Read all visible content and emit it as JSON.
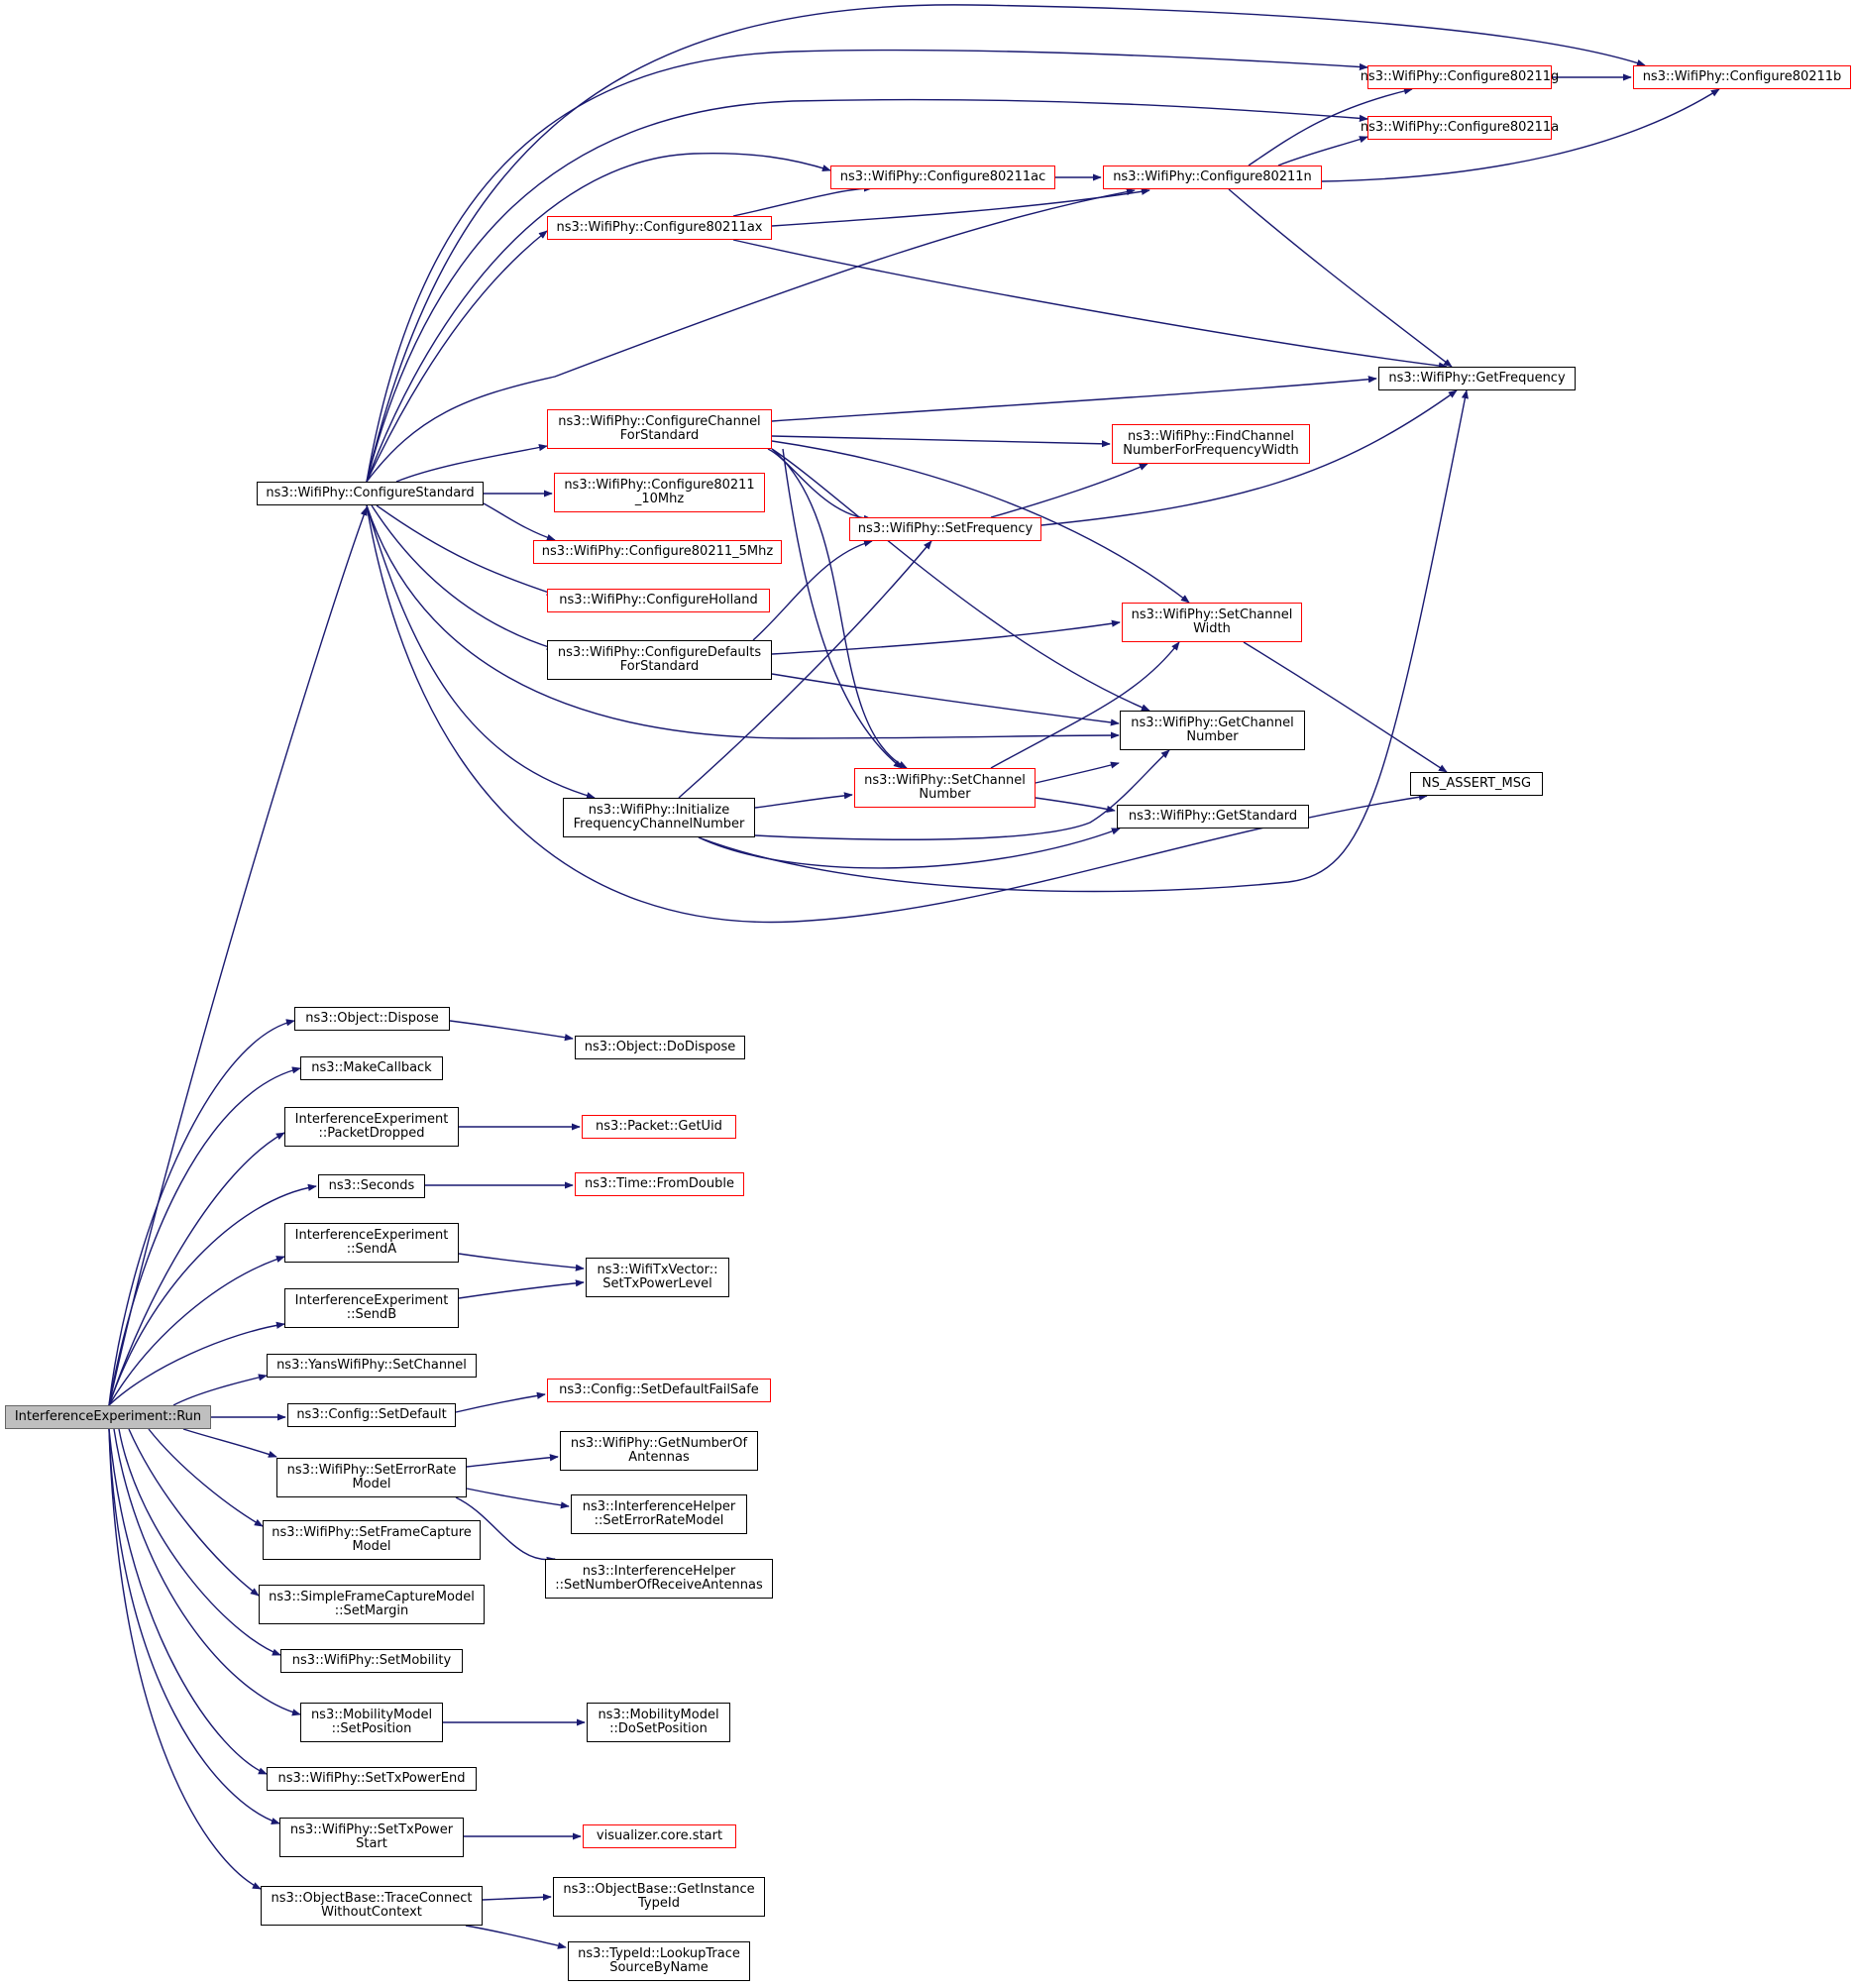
{
  "diagram": {
    "edge_color": "#191970",
    "nodes": {
      "run": [
        "InterferenceExperiment::Run"
      ],
      "configureStandard": [
        "ns3::WifiPhy::ConfigureStandard"
      ],
      "c80211g": [
        "ns3::WifiPhy::Configure80211g"
      ],
      "c80211b": [
        "ns3::WifiPhy::Configure80211b"
      ],
      "c80211a": [
        "ns3::WifiPhy::Configure80211a"
      ],
      "c80211ac": [
        "ns3::WifiPhy::Configure80211ac"
      ],
      "c80211n": [
        "ns3::WifiPhy::Configure80211n"
      ],
      "c80211ax": [
        "ns3::WifiPhy::Configure80211ax"
      ],
      "getFrequency": [
        "ns3::WifiPhy::GetFrequency"
      ],
      "configureChannelForStandard": [
        "ns3::WifiPhy::ConfigureChannel",
        "ForStandard"
      ],
      "findChannel": [
        "ns3::WifiPhy::FindChannel",
        "NumberForFrequencyWidth"
      ],
      "c10mhz": [
        "ns3::WifiPhy::Configure80211",
        "_10Mhz"
      ],
      "setFrequency": [
        "ns3::WifiPhy::SetFrequency"
      ],
      "c5mhz": [
        "ns3::WifiPhy::Configure80211_5Mhz"
      ],
      "configureHolland": [
        "ns3::WifiPhy::ConfigureHolland"
      ],
      "setChannelWidth": [
        "ns3::WifiPhy::SetChannel",
        "Width"
      ],
      "configureDefaults": [
        "ns3::WifiPhy::ConfigureDefaults",
        "ForStandard"
      ],
      "getChannelNumber": [
        "ns3::WifiPhy::GetChannel",
        "Number"
      ],
      "nsAssert": [
        "NS_ASSERT_MSG"
      ],
      "setChannelNumber": [
        "ns3::WifiPhy::SetChannel",
        "Number"
      ],
      "initFreq": [
        "ns3::WifiPhy::Initialize",
        "FrequencyChannelNumber"
      ],
      "getStandard": [
        "ns3::WifiPhy::GetStandard"
      ],
      "objDispose": [
        "ns3::Object::Dispose"
      ],
      "objDoDispose": [
        "ns3::Object::DoDispose"
      ],
      "makeCallback": [
        "ns3::MakeCallback"
      ],
      "packetDropped": [
        "InterferenceExperiment",
        "::PacketDropped"
      ],
      "packetGetUid": [
        "ns3::Packet::GetUid"
      ],
      "seconds": [
        "ns3::Seconds"
      ],
      "timeFromDouble": [
        "ns3::Time::FromDouble"
      ],
      "sendA": [
        "InterferenceExperiment",
        "::SendA"
      ],
      "setTxPowerLevel": [
        "ns3::WifiTxVector::",
        "SetTxPowerLevel"
      ],
      "sendB": [
        "InterferenceExperiment",
        "::SendB"
      ],
      "yansSetChannel": [
        "ns3::YansWifiPhy::SetChannel"
      ],
      "configSetDefault": [
        "ns3::Config::SetDefault"
      ],
      "setDefaultFailSafe": [
        "ns3::Config::SetDefaultFailSafe"
      ],
      "setErrorRateModel": [
        "ns3::WifiPhy::SetErrorRate",
        "Model"
      ],
      "getNumberOfAntennas": [
        "ns3::WifiPhy::GetNumberOf",
        "Antennas"
      ],
      "ihSetErrorRateModel": [
        "ns3::InterferenceHelper",
        "::SetErrorRateModel"
      ],
      "ihSetNumberRx": [
        "ns3::InterferenceHelper",
        "::SetNumberOfReceiveAntennas"
      ],
      "setFrameCapture": [
        "ns3::WifiPhy::SetFrameCapture",
        "Model"
      ],
      "sfcSetMargin": [
        "ns3::SimpleFrameCaptureModel",
        "::SetMargin"
      ],
      "setMobility": [
        "ns3::WifiPhy::SetMobility"
      ],
      "mmSetPosition": [
        "ns3::MobilityModel",
        "::SetPosition"
      ],
      "mmDoSetPosition": [
        "ns3::MobilityModel",
        "::DoSetPosition"
      ],
      "setTxPowerEnd": [
        "ns3::WifiPhy::SetTxPowerEnd"
      ],
      "setTxPowerStart": [
        "ns3::WifiPhy::SetTxPower",
        "Start"
      ],
      "vizStart": [
        "visualizer.core.start"
      ],
      "traceConnect": [
        "ns3::ObjectBase::TraceConnect",
        "WithoutContext"
      ],
      "getInstanceTypeId": [
        "ns3::ObjectBase::GetInstance",
        "TypeId"
      ],
      "lookupTrace": [
        "ns3::TypeId::LookupTrace",
        "SourceByName"
      ]
    }
  }
}
